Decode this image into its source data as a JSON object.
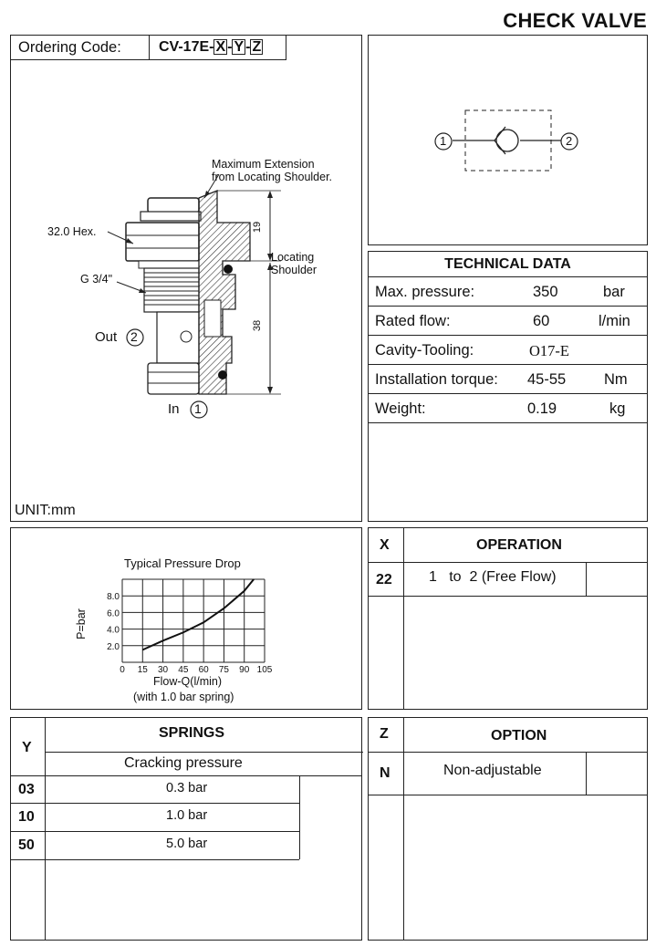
{
  "page_title": "CHECK VALVE",
  "ordering": {
    "label": "Ordering Code:",
    "code_prefix": "CV-17E-",
    "x": "X",
    "y": "Y",
    "z": "Z",
    "dash": "-"
  },
  "drawing": {
    "max_extension": "Maximum Extension",
    "from_shoulder": "from Locating Shoulder.",
    "hex": "32.0 Hex.",
    "thread": "G 3/4\"",
    "locating": "Locating",
    "shoulder": "Shoulder",
    "dim_19": "19",
    "dim_38": "38",
    "out_label": "Out",
    "out_num": "2",
    "in_label": "In",
    "in_num": "1",
    "unit": "UNIT:mm"
  },
  "symbol": {
    "port1": "1",
    "port2": "2"
  },
  "technical_data": {
    "heading": "TECHNICAL DATA",
    "rows": [
      {
        "label": "Max. pressure:",
        "value": "350",
        "unit": "bar"
      },
      {
        "label": "Rated flow:",
        "value": "60",
        "unit": "l/min"
      },
      {
        "label": "Cavity-Tooling:",
        "value": "O17-E",
        "unit": ""
      },
      {
        "label": "Installation torque:",
        "value": "45-55",
        "unit": "Nm"
      },
      {
        "label": "Weight:",
        "value": "0.19",
        "unit": "kg"
      }
    ]
  },
  "chart_data": {
    "type": "line",
    "title": "Typical Pressure Drop",
    "xlabel": "Flow-Q(l/min)",
    "xlabel2": "(with 1.0 bar spring)",
    "ylabel": "P=bar",
    "x_ticks": [
      "0",
      "15",
      "30",
      "45",
      "60",
      "75",
      "90",
      "105"
    ],
    "y_ticks": [
      "2.0",
      "4.0",
      "6.0",
      "8.0"
    ],
    "xlim": [
      0,
      105
    ],
    "ylim": [
      0,
      10
    ],
    "grid": true,
    "series": [
      {
        "x": [
          15,
          30,
          45,
          60,
          75,
          90,
          97
        ],
        "y": [
          1.5,
          2.6,
          3.6,
          4.8,
          6.5,
          8.6,
          10
        ]
      }
    ]
  },
  "operation": {
    "x_header": "X",
    "heading": "OPERATION",
    "code": "22",
    "desc": "1   to  2 (Free Flow)"
  },
  "springs": {
    "y_header": "Y",
    "heading": "SPRINGS",
    "sub": "Cracking pressure",
    "rows": [
      {
        "code": "03",
        "value": "0.3 bar"
      },
      {
        "code": "10",
        "value": "1.0 bar"
      },
      {
        "code": "50",
        "value": "5.0 bar"
      }
    ]
  },
  "option": {
    "z_header": "Z",
    "heading": "OPTION",
    "code": "N",
    "desc": "Non-adjustable"
  }
}
